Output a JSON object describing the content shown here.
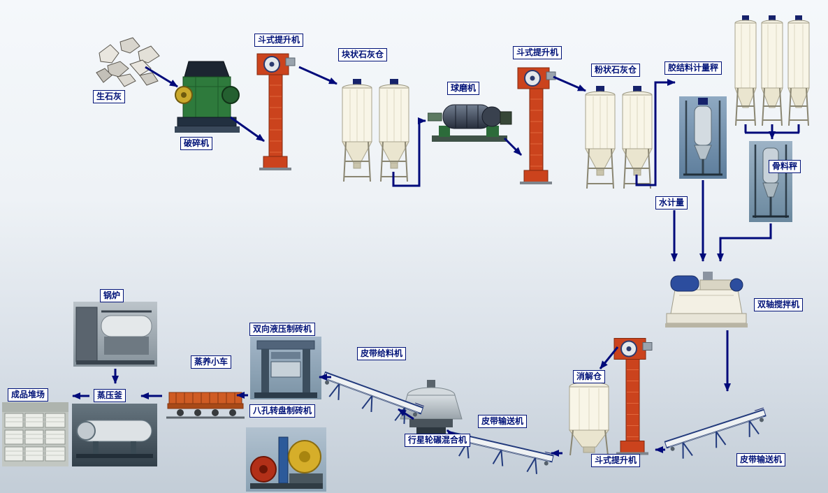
{
  "colors": {
    "arrow": "#000a7a",
    "label_text": "#001278",
    "label_border": "#001278",
    "label_background": "#ffffff",
    "background_top": "#f5f8fb",
    "background_bottom": "#c3cdd7"
  },
  "nodes": {
    "quicklime": {
      "label": "生石灰"
    },
    "crusher": {
      "label": "破碎机"
    },
    "bucket_elevator_1": {
      "label": "斗式提升机"
    },
    "lump_lime_silo": {
      "label": "块状石灰仓"
    },
    "ball_mill": {
      "label": "球磨机"
    },
    "bucket_elevator_2": {
      "label": "斗式提升机"
    },
    "powder_lime_silo": {
      "label": "粉状石灰仓"
    },
    "binder_metering_scale": {
      "label": "胶结料计量秤"
    },
    "aggregate_silos": {
      "label": ""
    },
    "aggregate_scale": {
      "label": "骨料秤"
    },
    "water_metering": {
      "label": "水计量"
    },
    "double_shaft_mixer": {
      "label": "双轴搅拌机"
    },
    "belt_conveyor_right": {
      "label": "皮带输送机"
    },
    "bucket_elevator_3": {
      "label": "斗式提升机"
    },
    "digestion_silo": {
      "label": "消解仓"
    },
    "belt_conveyor_mid": {
      "label": "皮带输送机"
    },
    "planetary_mixer": {
      "label": "行星轮碾混合机"
    },
    "belt_feeder": {
      "label": "皮带给料机"
    },
    "hydraulic_brick_machine": {
      "label": "双向液压制砖机"
    },
    "rotary_brick_machine": {
      "label": "八孔转盘制砖机"
    },
    "steam_cart": {
      "label": "蒸养小车"
    },
    "autoclave": {
      "label": "蒸压釜"
    },
    "boiler": {
      "label": "锅炉"
    },
    "product_yard": {
      "label": "成品堆场"
    }
  },
  "edges": [
    {
      "from": "quicklime",
      "to": "crusher"
    },
    {
      "from": "crusher",
      "to": "bucket_elevator_1"
    },
    {
      "from": "bucket_elevator_1",
      "to": "lump_lime_silo"
    },
    {
      "from": "lump_lime_silo",
      "to": "ball_mill"
    },
    {
      "from": "ball_mill",
      "to": "bucket_elevator_2"
    },
    {
      "from": "bucket_elevator_2",
      "to": "powder_lime_silo"
    },
    {
      "from": "powder_lime_silo",
      "to": "binder_metering_scale"
    },
    {
      "from": "aggregate_silos",
      "to": "aggregate_scale"
    },
    {
      "from": "binder_metering_scale",
      "to": "double_shaft_mixer"
    },
    {
      "from": "aggregate_scale",
      "to": "double_shaft_mixer"
    },
    {
      "from": "water_metering",
      "to": "double_shaft_mixer"
    },
    {
      "from": "double_shaft_mixer",
      "to": "belt_conveyor_right"
    },
    {
      "from": "belt_conveyor_right",
      "to": "bucket_elevator_3"
    },
    {
      "from": "bucket_elevator_3",
      "to": "digestion_silo"
    },
    {
      "from": "digestion_silo",
      "to": "belt_conveyor_mid"
    },
    {
      "from": "belt_conveyor_mid",
      "to": "planetary_mixer"
    },
    {
      "from": "planetary_mixer",
      "to": "belt_feeder"
    },
    {
      "from": "belt_feeder",
      "to": "hydraulic_brick_machine"
    },
    {
      "from": "hydraulic_brick_machine",
      "to": "steam_cart"
    },
    {
      "from": "steam_cart",
      "to": "autoclave"
    },
    {
      "from": "autoclave",
      "to": "product_yard"
    },
    {
      "from": "boiler",
      "to": "autoclave"
    }
  ]
}
